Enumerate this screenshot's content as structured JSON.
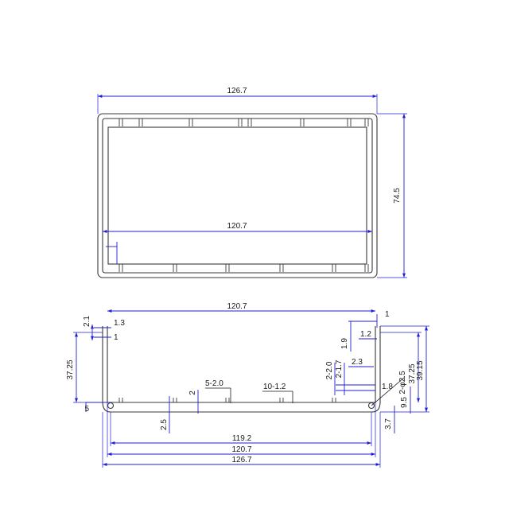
{
  "front_view": {
    "overall_width": "126.7",
    "inner_width": "120.7",
    "overall_height": "74.5"
  },
  "section_view": {
    "top_inner_width": "120.7",
    "dim_2_1": "2.1",
    "dim_1_3": "1.3",
    "dim_1_left": "1",
    "dim_1_right": "1",
    "dim_1_2": "1.2",
    "dim_1_9": "1.9",
    "dim_37_25_left": "37.25",
    "dim_5": "5",
    "dim_2_5": "2.5",
    "dim_2_small": "2",
    "dim_5_2_0": "5-2.0",
    "dim_10_1_2": "10-1.2",
    "dim_2_2_0": "2-2.0",
    "dim_2_1_7": "2-1.7",
    "dim_2_3": "2.3",
    "dim_1_8": "1.8",
    "dim_2_phi_2_5": "2-φ2.5",
    "dim_37_25_right": "37.25",
    "dim_39_15": "39.15",
    "dim_9_5": "9.5",
    "dim_3_7": "3.7",
    "bottom_dim_1": "119.2",
    "bottom_dim_2": "120.7",
    "bottom_dim_3": "126.7"
  }
}
